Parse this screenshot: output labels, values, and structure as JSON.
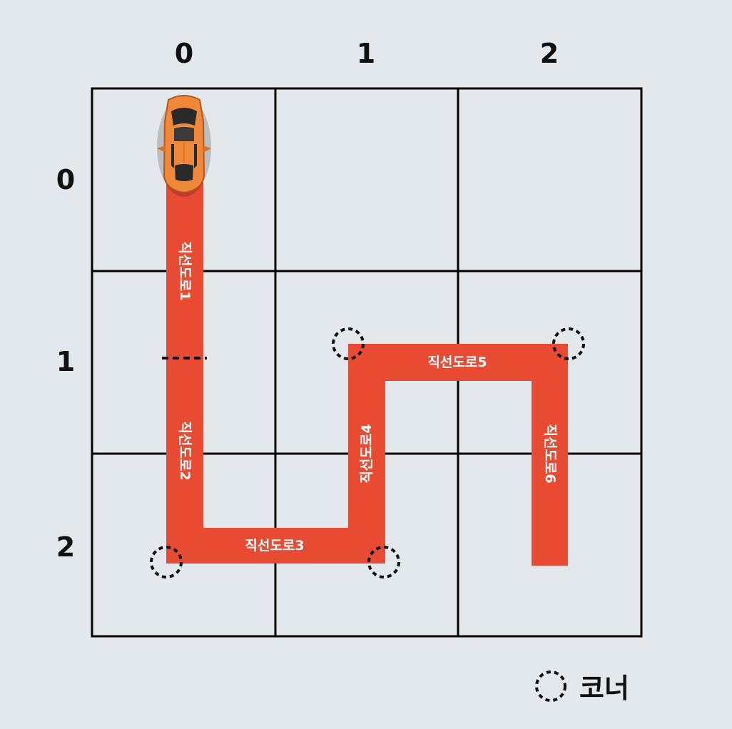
{
  "columns": [
    "0",
    "1",
    "2"
  ],
  "rows": [
    "0",
    "1",
    "2"
  ],
  "roads": {
    "road1": "직선도로1",
    "road2": "직선도로2",
    "road3": "직선도로3",
    "road4": "직선도로4",
    "road5": "직선도로5",
    "road6": "직선도로6"
  },
  "legend": {
    "corner_label": "코너"
  },
  "colors": {
    "road": "#e84a32",
    "car": "#f0883a",
    "grid": "#000000",
    "background": "#e3e8ec"
  },
  "icons": {
    "car": "car-icon",
    "corner": "dashed-circle-corner-marker"
  }
}
